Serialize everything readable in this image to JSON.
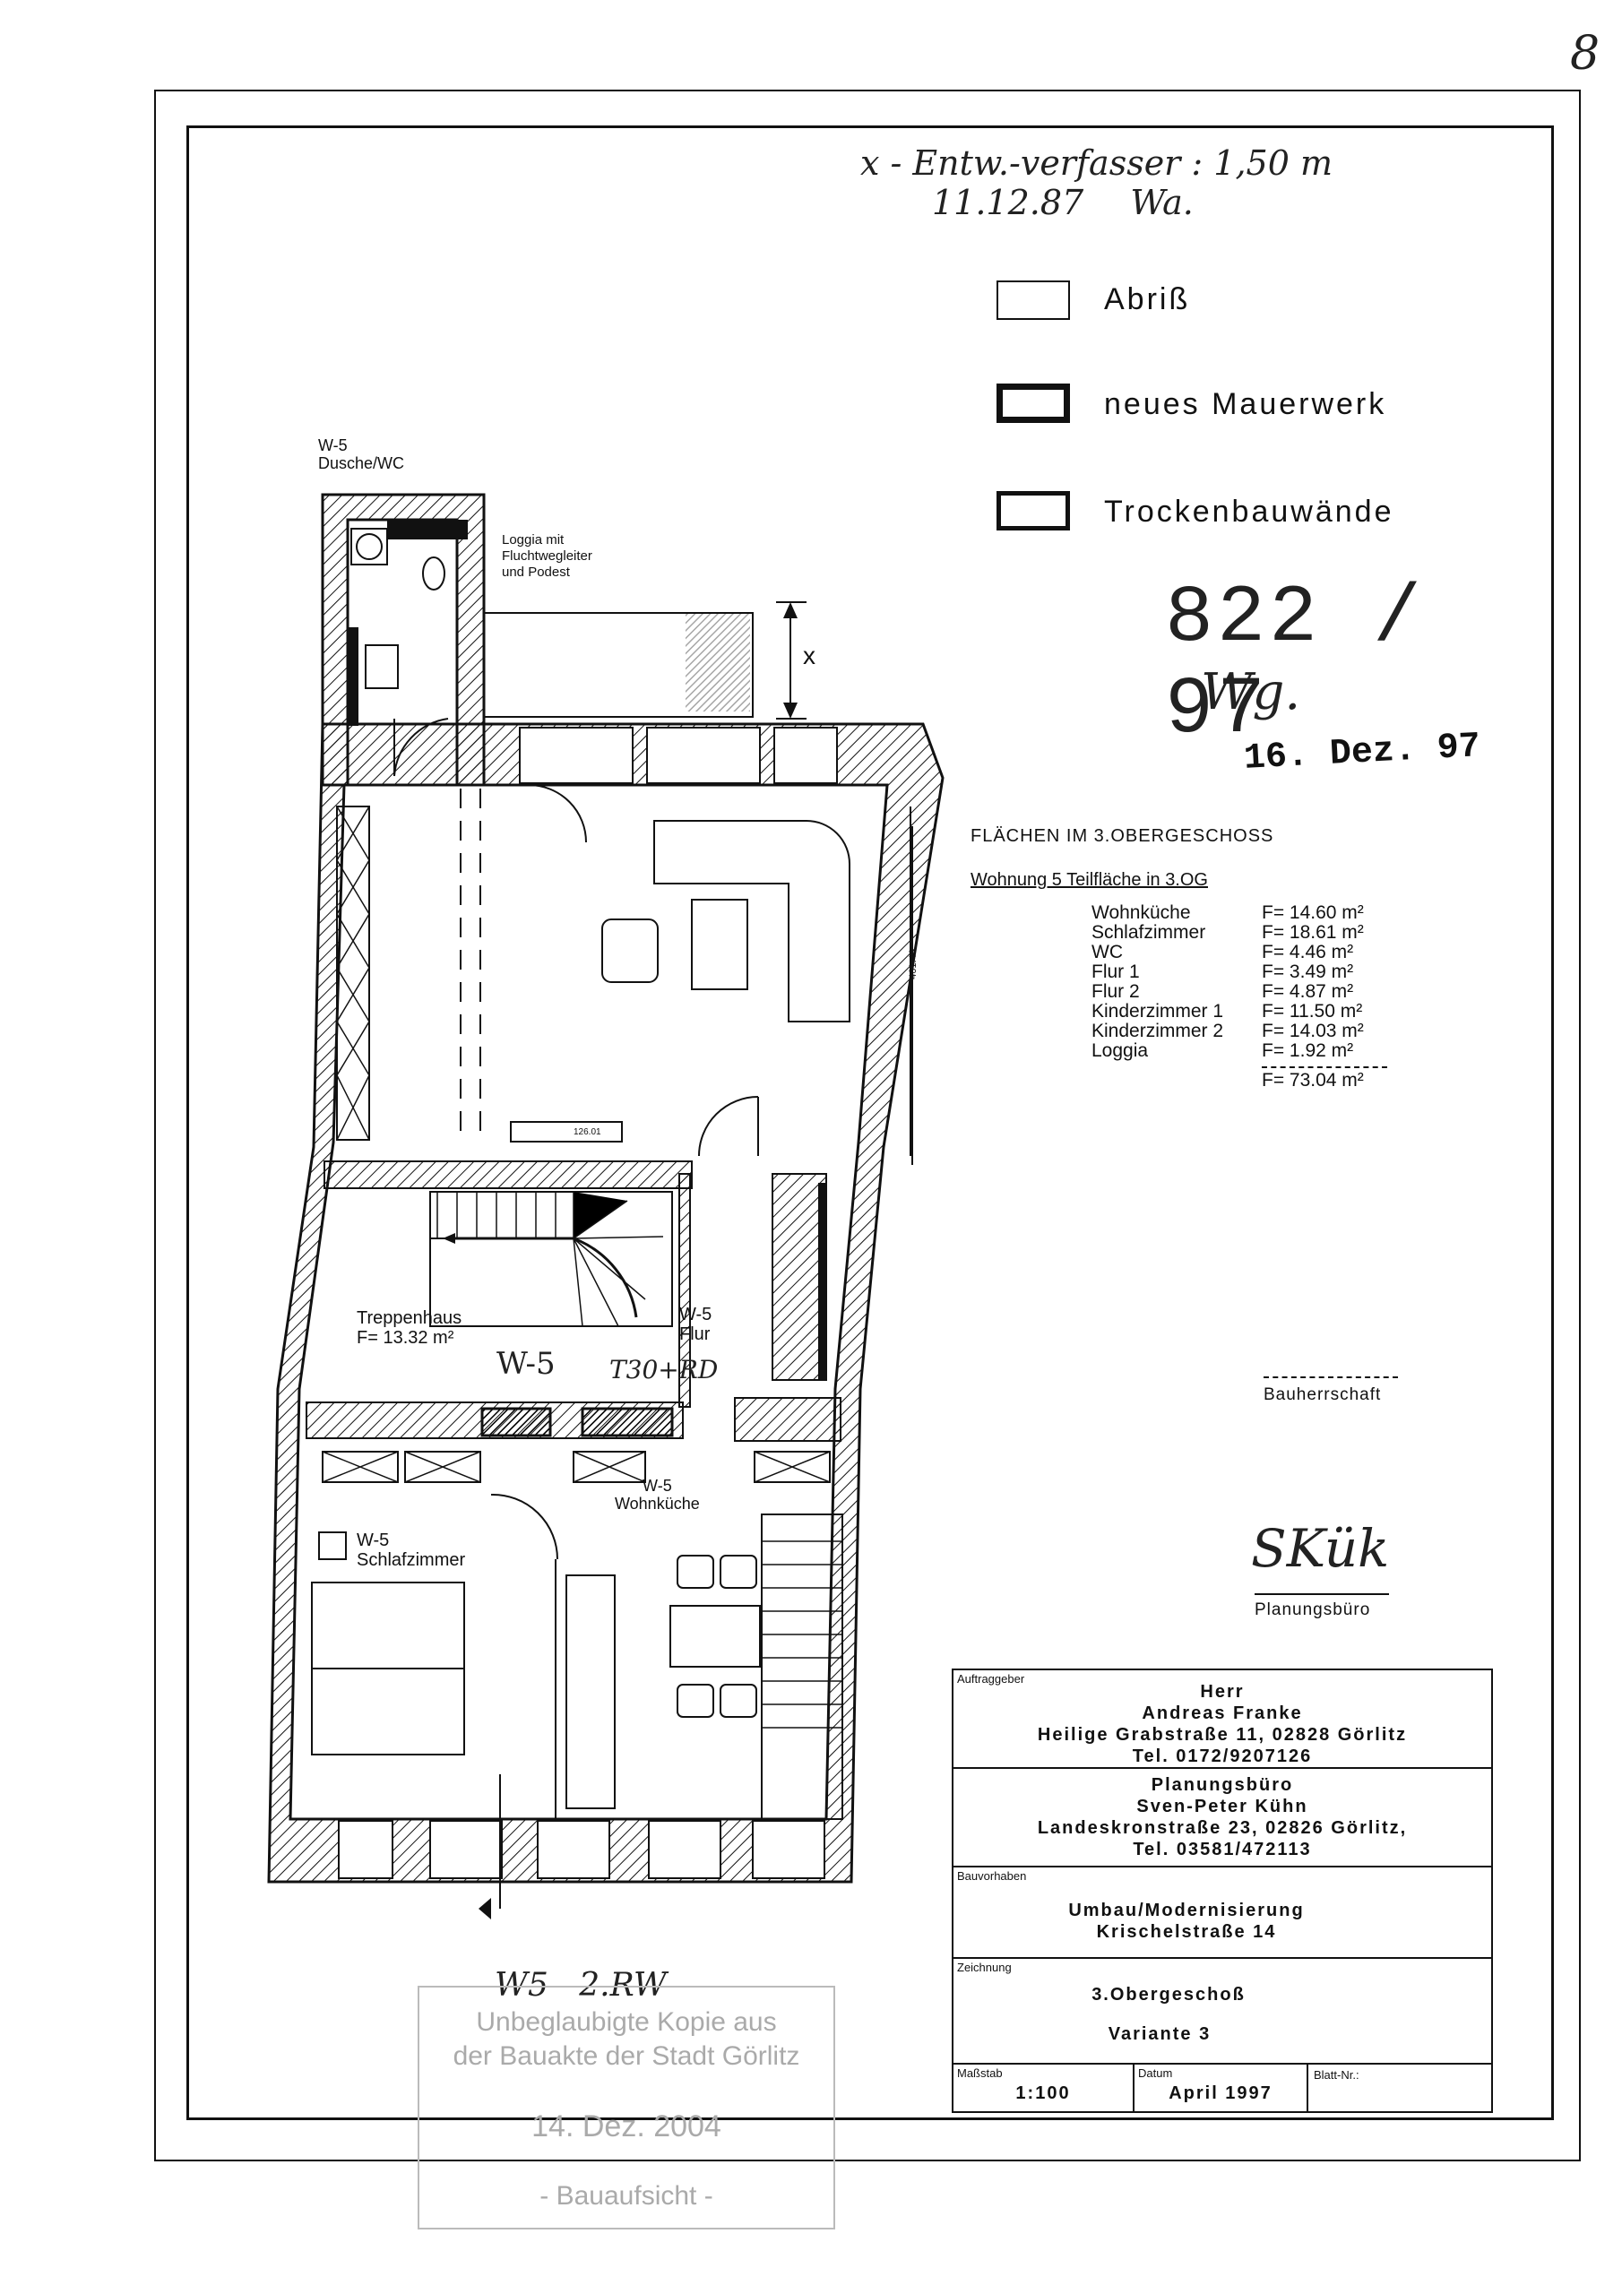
{
  "page": {
    "page_number": "8"
  },
  "handwritten_note": {
    "line1": "x - Entw.-verfasser : 1,50 m",
    "line2": "11.12.87",
    "initials": "Wa."
  },
  "legend": [
    {
      "label": "Abriß",
      "style": "thin"
    },
    {
      "label": "neues Mauerwerk",
      "style": "thick"
    },
    {
      "label": "Trockenbauwände",
      "style": "medium"
    }
  ],
  "stamp": {
    "number": "822 / 97",
    "signature": "Wg.",
    "date": "16. Dez. 97"
  },
  "areas": {
    "title": "FLÄCHEN IM 3.OBERGESCHOSS",
    "subtitle": "Wohnung 5 Teilfläche in 3.OG",
    "rows": [
      {
        "name": "Wohnküche",
        "value": "F= 14.60 m²"
      },
      {
        "name": "Schlafzimmer",
        "value": "F= 18.61 m²"
      },
      {
        "name": "WC",
        "value": "F= 4.46 m²"
      },
      {
        "name": "Flur 1",
        "value": "F= 3.49 m²"
      },
      {
        "name": "Flur 2",
        "value": "F= 4.87 m²"
      },
      {
        "name": "Kinderzimmer 1",
        "value": "F= 11.50 m²"
      },
      {
        "name": "Kinderzimmer 2",
        "value": "F= 14.03 m²"
      },
      {
        "name": "Loggia",
        "value": "F= 1.92 m²"
      }
    ],
    "total": "F= 73.04 m²"
  },
  "plan_labels": {
    "bath": "W-5\nDusche/WC",
    "loggia": "Loggia mit\nFluchtwegleiter\nund Podest",
    "stair": "Treppenhaus\nF= 13.32 m²",
    "flur": "W-5\nFlur",
    "wohnkueche": "W-5\nWohnküche",
    "schlaf": "W-5\nSchlafzimmer",
    "door_hand": "W-5",
    "door_note": "T30+RD",
    "dim_x": "x",
    "dim_side": "461.46",
    "dim_radiator": "126.01",
    "bottom_note": "W5   2.RW"
  },
  "signatures": {
    "bauherr": "Bauherrschaft",
    "planer": "Planungsbüro",
    "planer_sig": "SKük"
  },
  "title_block": {
    "client_label": "Auftraggeber",
    "client": "Herr\nAndreas Franke\nHeilige Grabstraße 11, 02828 Görlitz\nTel. 0172/9207126",
    "office": "Planungsbüro\nSven-Peter Kühn\nLandeskronstraße 23, 02826 Görlitz,\nTel. 03581/472113",
    "project_label": "Bauvorhaben",
    "project": "Umbau/Modernisierung\nKrischelstraße 14",
    "drawing_label": "Zeichnung",
    "drawing": "3.Obergeschoß",
    "variant": "Variante 3",
    "scale_label": "Maßstab",
    "scale": "1:100",
    "date_label": "Datum",
    "date": "April 1997",
    "sheet_label": "Blatt-Nr.:"
  },
  "bottom_stamp": {
    "line1": "Unbeglaubigte Kopie aus",
    "line2": "der Bauakte der Stadt Görlitz",
    "date": "14. Dez. 2004",
    "office": "- Bauaufsicht -"
  }
}
